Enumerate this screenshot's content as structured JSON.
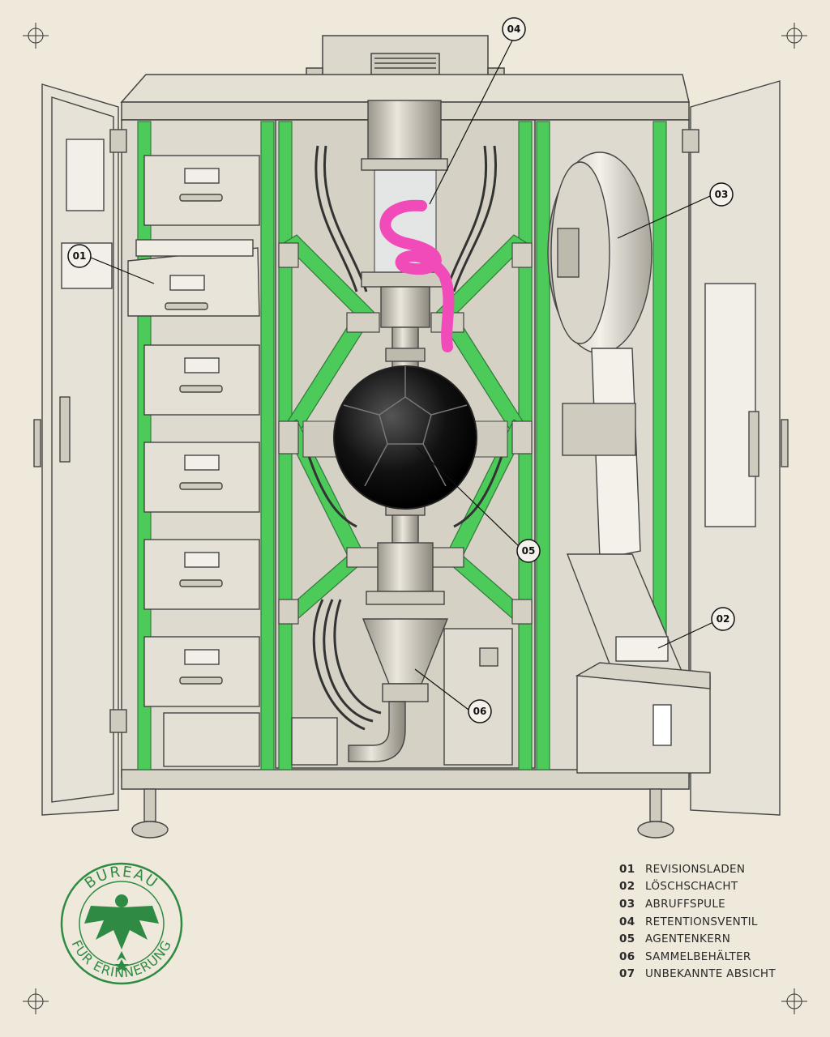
{
  "legend": [
    {
      "num": "01",
      "label": "REVISIONSLADEN"
    },
    {
      "num": "02",
      "label": "LÖSCHSCHACHT"
    },
    {
      "num": "03",
      "label": "ABRUFFSPULE"
    },
    {
      "num": "04",
      "label": "RETENTIONSVENTIL"
    },
    {
      "num": "05",
      "label": "AGENTENKERN"
    },
    {
      "num": "06",
      "label": "SAMMELBEHÄLTER"
    },
    {
      "num": "07",
      "label": "UNBEKANNTE ABSICHT"
    }
  ],
  "callouts": [
    "01",
    "02",
    "03",
    "04",
    "05",
    "06"
  ],
  "seal": {
    "top_text": "BUREAU",
    "bottom_text": "FÜR ERINNERUNG",
    "icon": "eagle-icon"
  },
  "colors": {
    "paper": "#efe9dc",
    "frame_green": "#4ccb5a",
    "seal_green": "#2f8a44",
    "fluid_pink": "#f04bb8",
    "metal": "#d8d4c8",
    "ink": "#2a2a2a"
  }
}
